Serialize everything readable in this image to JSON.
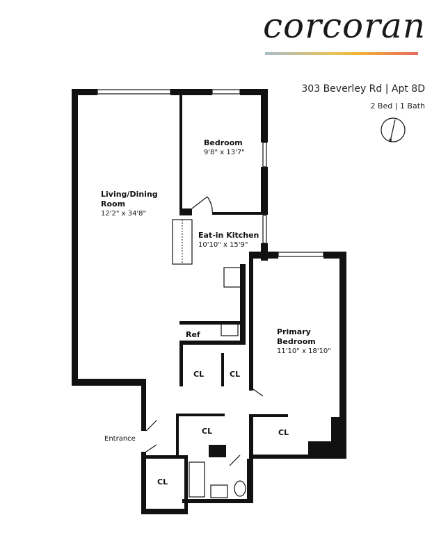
{
  "brand": {
    "logo_text": "corcoran",
    "bar_colors": [
      "#a9bccb",
      "#e8c25a",
      "#f2b437",
      "#e66a5f"
    ]
  },
  "listing": {
    "address": "303 Beverley Rd | Apt 8D",
    "summary": "2 Bed | 1 Bath"
  },
  "compass_icon": "compass-north-icon",
  "rooms": {
    "living": {
      "name_line1": "Living/Dining",
      "name_line2": "Room",
      "dims": "12'2\" x 34'8\""
    },
    "bedroom": {
      "name": "Bedroom",
      "dims": "9'8\" x 13'7\""
    },
    "kitchen": {
      "name": "Eat-in Kitchen",
      "dims": "10'10\" x 15'9\""
    },
    "primary": {
      "name_line1": "Primary",
      "name_line2": "Bedroom",
      "dims": "11'10\" x 18'10\""
    },
    "ref": "Ref",
    "entrance": "Entrance",
    "closets": [
      "CL",
      "CL",
      "CL",
      "CL",
      "CL"
    ]
  }
}
